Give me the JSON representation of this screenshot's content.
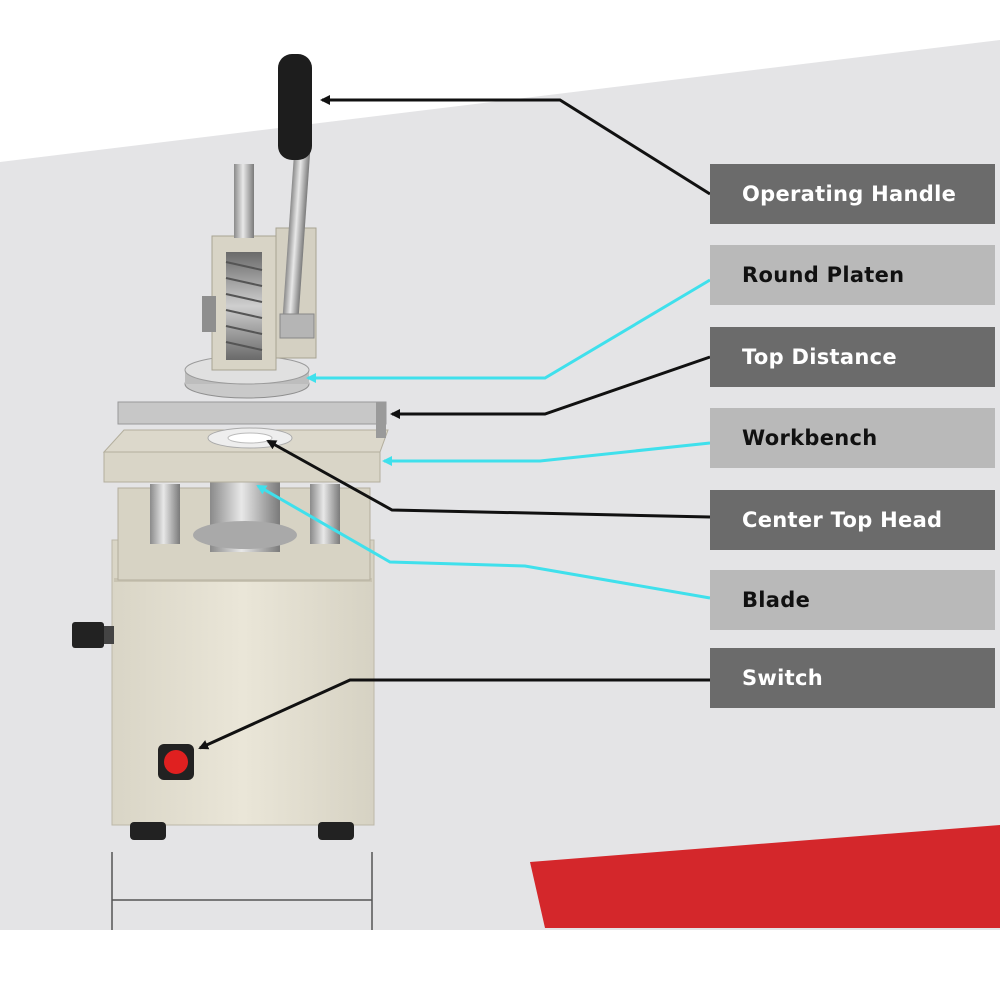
{
  "labels": {
    "operating_handle": "Operating Handle",
    "round_platen": "Round Platen",
    "top_distance": "Top Distance",
    "workbench": "Workbench",
    "center_top_head": "Center Top Head",
    "blade": "Blade",
    "switch": "Switch"
  },
  "colors": {
    "dark_label": "#6b6b6b",
    "light_label": "#b9b9b9",
    "black_leader": "#111111",
    "cyan_leader": "#3fe0ec",
    "machine_body": "#e6e2d4",
    "red_board": "#d4272b"
  }
}
